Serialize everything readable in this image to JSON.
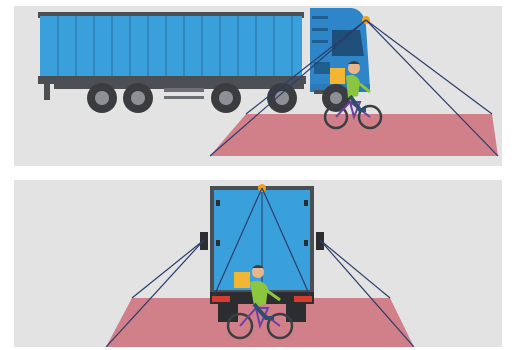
{
  "diagram": {
    "colors": {
      "background": "#e2e3e2",
      "trailer_blue": "#3aa0dc",
      "trailer_frame": "#4b4f54",
      "cab_blue": "#2e86c9",
      "sensor_orange": "#f0a020",
      "coverage_zone": "#cf7480",
      "cone_line": "#2b3d6b",
      "cyclist_jacket": "#8cc63f",
      "delivery_bag": "#f2b534"
    },
    "panels": [
      {
        "view": "side",
        "icons": [
          "truck-icon",
          "cyclist-icon",
          "camera-sensor-icon",
          "blind-spot-zone"
        ]
      },
      {
        "view": "rear",
        "icons": [
          "truck-rear-icon",
          "cyclist-icon",
          "camera-sensor-icon",
          "blind-spot-zone"
        ]
      }
    ]
  }
}
